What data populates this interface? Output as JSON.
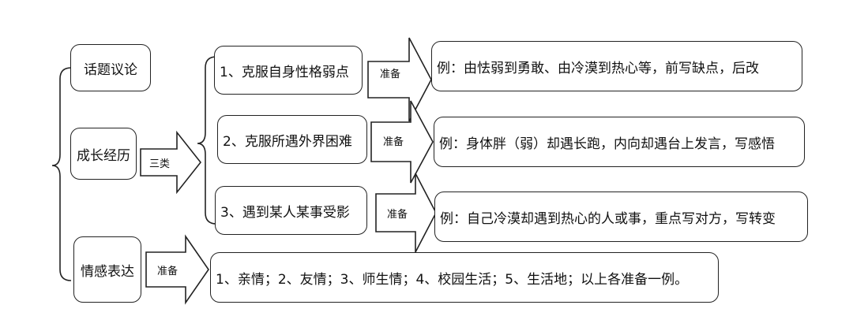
{
  "diagram": {
    "left_nodes": {
      "topic": "话题议论",
      "growth": "成长经历",
      "emotion": "情感表达"
    },
    "arrows": {
      "three_types": "三类",
      "prepare_1": "准备",
      "prepare_2": "准备",
      "prepare_3": "准备",
      "prepare_4": "准备"
    },
    "categories": [
      "1、克服自身性格弱点",
      "2、克服所遇外界困难",
      "3、遇到某人某事受影"
    ],
    "examples": [
      "例：由怯弱到勇敢、由冷漠到热心等，前写缺点，后改",
      "例：身体胖（弱）却遇长跑，内向却遇台上发言，写感悟",
      "例：自己冷漠却遇到热心的人或事，重点写对方，写转变"
    ],
    "emotion_detail": "1、亲情；2、友情；3、师生情；4、校园生活；5、生活地；以上各准备一例。"
  }
}
